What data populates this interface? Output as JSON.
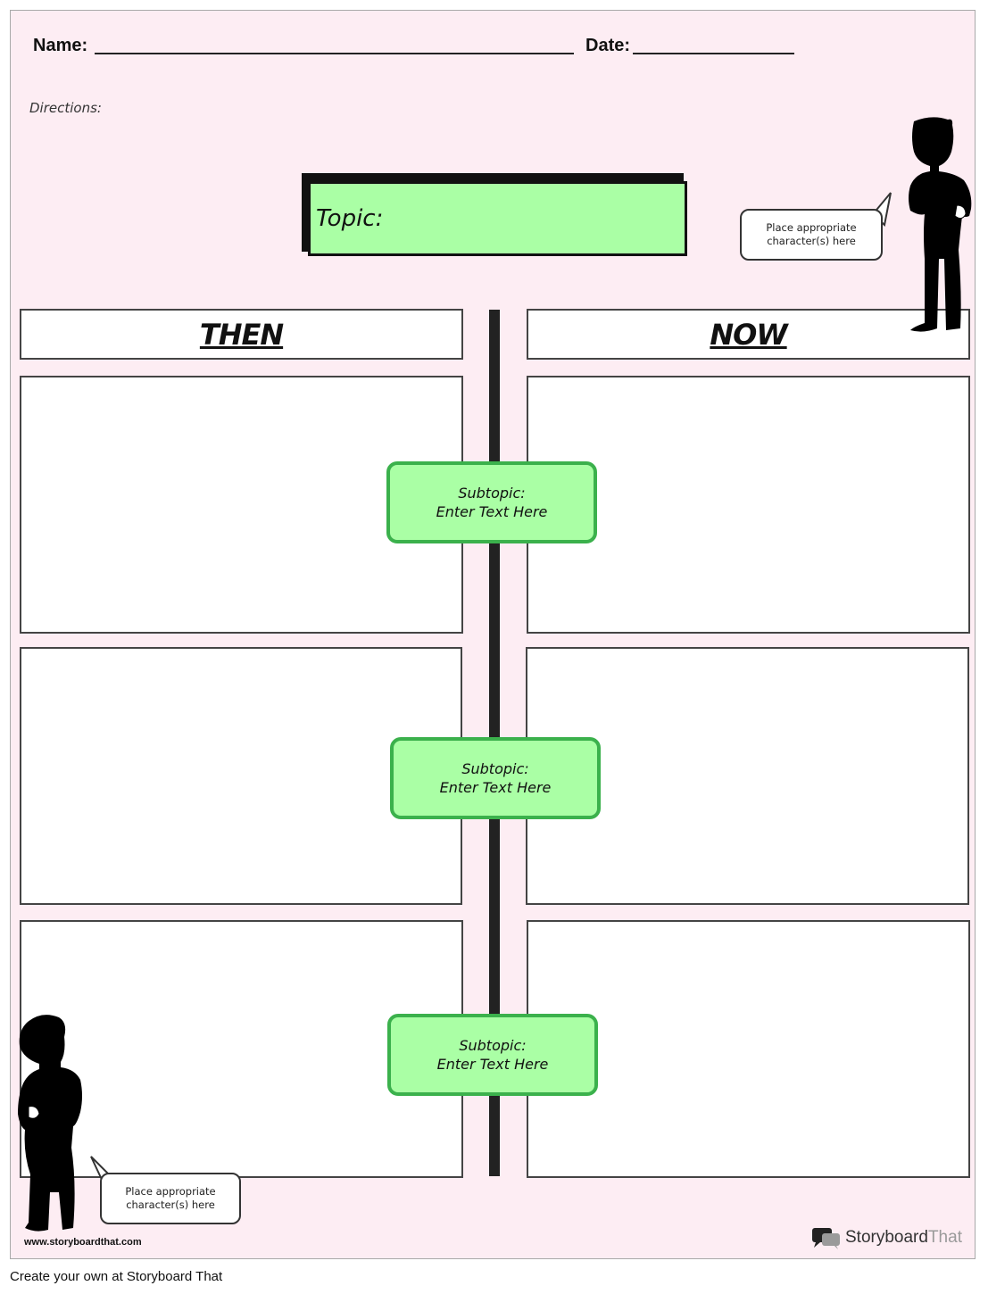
{
  "header": {
    "name_label": "Name:",
    "date_label": "Date:"
  },
  "directions_label": "Directions:",
  "topic_label": "Topic:",
  "columns": {
    "left": "THEN",
    "right": "NOW"
  },
  "subtopics": [
    {
      "line1": "Subtopic:",
      "line2": "Enter Text Here"
    },
    {
      "line1": "Subtopic:",
      "line2": "Enter Text Here"
    },
    {
      "line1": "Subtopic:",
      "line2": "Enter Text Here"
    }
  ],
  "character_bubbles": [
    {
      "line1": "Place appropriate",
      "line2": "character(s) here"
    },
    {
      "line1": "Place appropriate",
      "line2": "character(s) here"
    }
  ],
  "site_url": "www.storyboardthat.com",
  "brand": {
    "part1": "Storyboard",
    "part2": "That"
  },
  "footer_text": "Create your own at Storyboard That",
  "colors": {
    "page_bg": "#fdedf3",
    "topic_fill": "#aaffa5",
    "subtopic_border": "#3bb14c",
    "spine": "#222222"
  }
}
